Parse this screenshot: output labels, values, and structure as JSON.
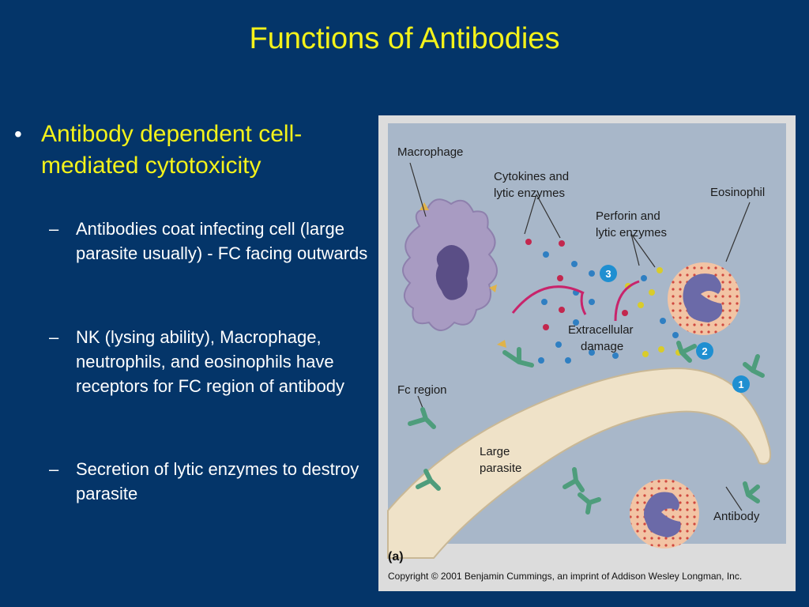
{
  "slide": {
    "title": "Functions of Antibodies",
    "main_bullet": "Antibody dependent cell-mediated cytotoxicity",
    "sub_bullets": [
      "Antibodies coat infecting cell (large parasite usually) - FC facing outwards",
      "NK (lysing ability), Macrophage, neutrophils, and eosinophils have receptors for FC region of antibody",
      "Secretion of lytic enzymes to destroy parasite"
    ]
  },
  "figure": {
    "labels": {
      "macrophage": "Macrophage",
      "cytokines_1": "Cytokines and",
      "cytokines_2": "lytic enzymes",
      "eosinophil": "Eosinophil",
      "perforin_1": "Perforin and",
      "perforin_2": "lytic enzymes",
      "extracellular_1": "Extracellular",
      "extracellular_2": "damage",
      "fc_region": "Fc region",
      "parasite_1": "Large",
      "parasite_2": "parasite",
      "antibody": "Antibody"
    },
    "steps": [
      "3",
      "2",
      "1"
    ],
    "panel_label": "(a)",
    "copyright": "Copyright © 2001 Benjamin Cummings, an imprint of Addison Wesley Longman, Inc.",
    "colors": {
      "background": "#a8b7c9",
      "macrophage": "#a89bc2",
      "parasite": "#efe2c8",
      "eosinophil": "#f2c4a4",
      "antibody": "#4e9d7c",
      "step_circle": "#1f8fd1"
    }
  }
}
